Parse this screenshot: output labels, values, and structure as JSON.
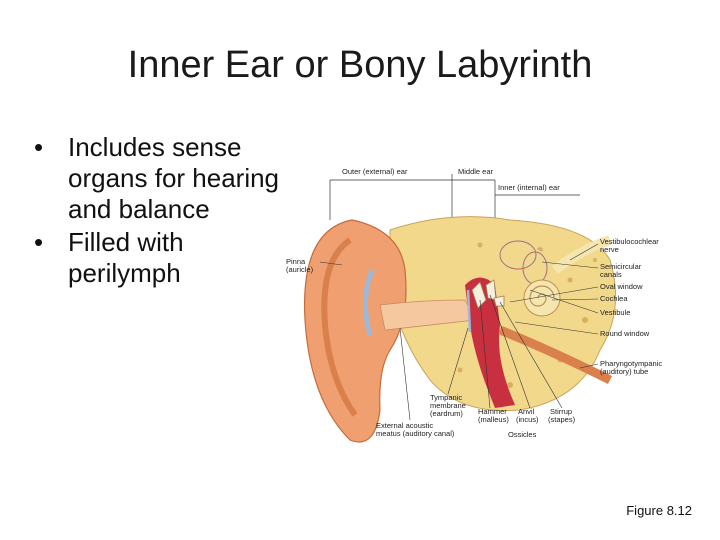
{
  "slide": {
    "title": "Inner Ear or Bony Labyrinth",
    "bullets": [
      "Includes sense organs for hearing and balance",
      "Filled with perilymph"
    ],
    "figure_caption": "Figure 8.12"
  },
  "diagram": {
    "labels": {
      "outer_ear": "Outer (external) ear",
      "middle_ear": "Middle ear",
      "inner_ear": "Inner (internal) ear",
      "pinna_1": "Pinna",
      "pinna_2": "(auricle)",
      "vestib_nerve_1": "Vestibulocochlear",
      "vestib_nerve_2": "nerve",
      "semicircular_1": "Semicircular",
      "semicircular_2": "canals",
      "oval_window": "Oval window",
      "cochlea": "Cochlea",
      "vestibule": "Vestibule",
      "round_window": "Round window",
      "pharyngo_1": "Pharyngotympanic",
      "pharyngo_2": "(auditory) tube",
      "tympanic_1": "Tympanic",
      "tympanic_2": "membrane",
      "tympanic_3": "(eardrum)",
      "hammer_1": "Hammer",
      "hammer_2": "(malleus)",
      "anvil_1": "Anvil",
      "anvil_2": "(incus)",
      "stirrup_1": "Stirrup",
      "stirrup_2": "(stapes)",
      "ext_meatus_1": "External acoustic",
      "ext_meatus_2": "meatus (auditory canal)",
      "ossicles": "Ossicles"
    },
    "colors": {
      "skin": "#f0a070",
      "skin_dark": "#d9804c",
      "bone": "#f2d88a",
      "bone_spots": "#d8b060",
      "canal": "#f6c8a0",
      "cavity_red": "#c83040",
      "nerve": "#f5e6b0",
      "membrane_blue": "#9fb8d8"
    }
  }
}
